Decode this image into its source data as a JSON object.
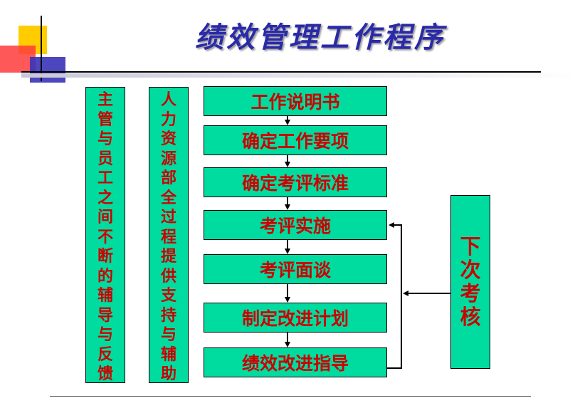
{
  "title": "绩效管理工作程序",
  "left_box_1": "主管与员工之间不断的辅导与反馈",
  "left_box_2": "人力资源部全过程提供支持与辅助",
  "steps": [
    "工作说明书",
    "确定工作要项",
    "确定考评标准",
    "考评实施",
    "考评面谈",
    "制定改进计划",
    "绩效改进指导"
  ],
  "next_box": "下次考核",
  "colors": {
    "box_fill": "#00dca0",
    "text": "#cc0000",
    "title": "#2a2aa8"
  }
}
